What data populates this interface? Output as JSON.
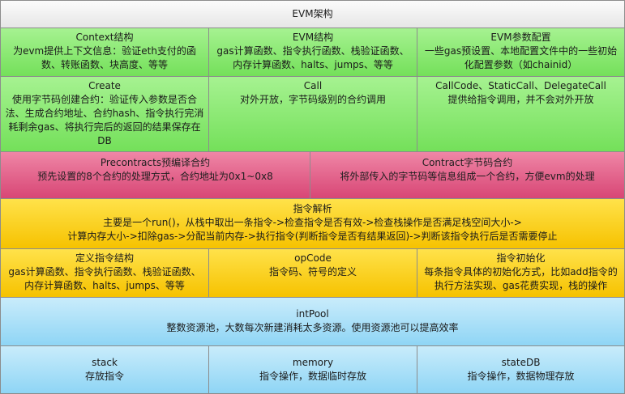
{
  "title": "EVM架构",
  "rows": {
    "r1": [
      {
        "title": "Context结构",
        "desc": "为evm提供上下文信息：验证eth支付的函数、转账函数、块高度、等等"
      },
      {
        "title": "EVM结构",
        "desc": "gas计算函数、指令执行函数、栈验证函数、内存计算函数、halts、jumps、等等"
      },
      {
        "title": "EVM参数配置",
        "desc": "一些gas预设置、本地配置文件中的一些初始化配置参数（如chainid）"
      }
    ],
    "r2": [
      {
        "title": "Create",
        "desc": "使用字节码创建合约：验证传入参数是否合法、生成合约地址、合约hash、指令执行完消耗剩余gas、将执行完后的返回的结果保存在DB"
      },
      {
        "title": "Call",
        "desc": "对外开放，字节码级别的合约调用"
      },
      {
        "title": "CallCode、StaticCall、DelegateCall",
        "desc": "提供给指令调用，并不会对外开放"
      }
    ],
    "r3": [
      {
        "title": "Precontracts预编译合约",
        "desc": "预先设置的8个合约的处理方式，合约地址为0x1~0x8"
      },
      {
        "title": "Contract字节码合约",
        "desc": "将外部传入的字节码等信息组成一个合约，方便evm的处理"
      }
    ],
    "r4": {
      "title": "指令解析",
      "desc": "主要是一个run()，从栈中取出一条指令->检查指令是否有效->检查栈操作是否满足栈空间大小->\n计算内存大小->扣除gas->分配当前内存->执行指令(判断指令是否有结果返回)->判断该指令执行后是否需要停止"
    },
    "r5": [
      {
        "title": "定义指令结构",
        "desc": "gas计算函数、指令执行函数、栈验证函数、内存计算函数、halts、jumps、等等"
      },
      {
        "title": "opCode",
        "desc": "指令码、符号的定义"
      },
      {
        "title": "指令初始化",
        "desc": "每条指令具体的初始化方式，比如add指令的执行方法实现、gas花费实现，栈的操作"
      }
    ],
    "r6": {
      "title": "intPool",
      "desc": "整数资源池，大数每次新建消耗太多资源。使用资源池可以提高效率"
    },
    "r7": [
      {
        "title": "stack",
        "desc": "存放指令"
      },
      {
        "title": "memory",
        "desc": "指令操作，数据临时存放"
      },
      {
        "title": "stateDB",
        "desc": "指令操作，数据物理存放"
      }
    ]
  }
}
